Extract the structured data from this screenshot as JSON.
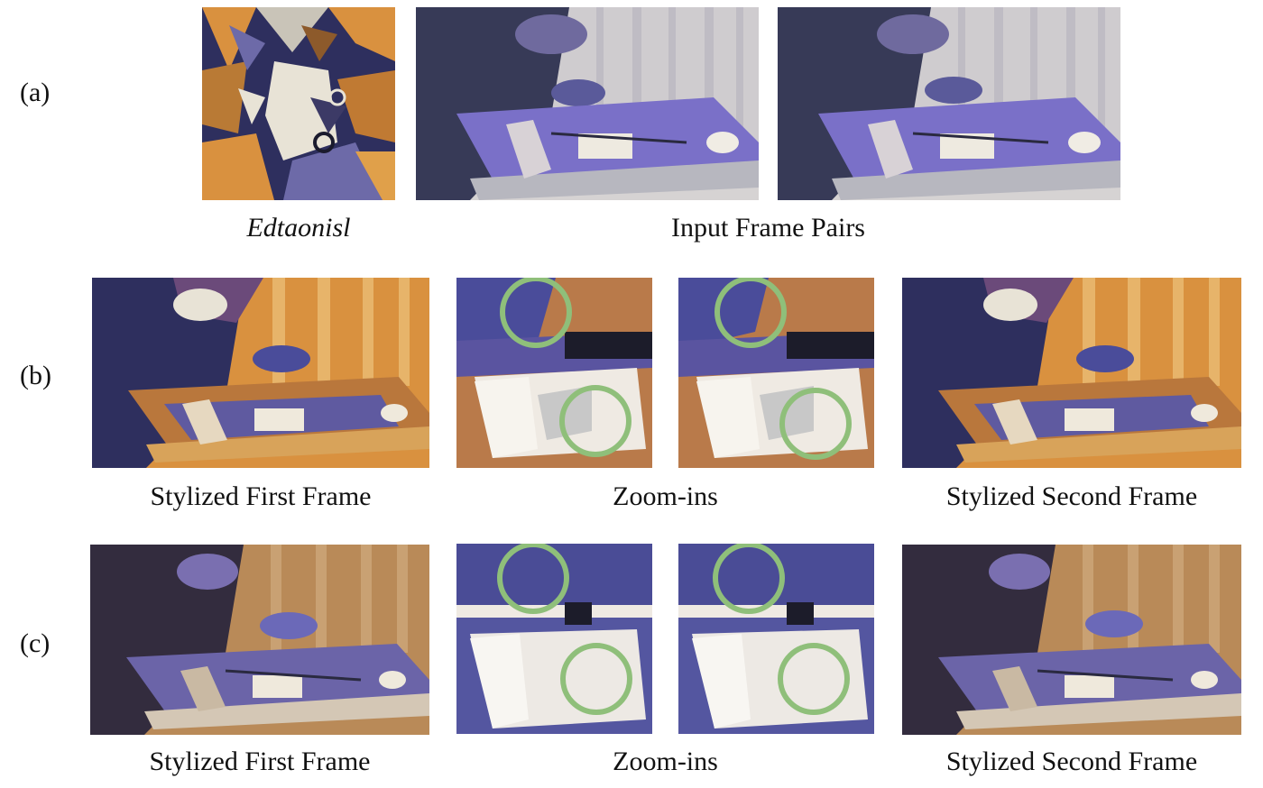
{
  "rows": {
    "a": {
      "label": "(a)",
      "style_caption": "Edtaonisl",
      "input_caption": "Input Frame Pairs"
    },
    "b": {
      "label": "(b)",
      "first_caption": "Stylized First Frame",
      "zoom_caption": "Zoom-ins",
      "second_caption": "Stylized Second Frame"
    },
    "c": {
      "label": "(c)",
      "first_caption": "Stylized First Frame",
      "zoom_caption": "Zoom-ins",
      "second_caption": "Stylized Second Frame"
    }
  },
  "colors": {
    "highlight_circle": "#8fbf7a",
    "tray_purple": "#7a70c8",
    "style_orange": "#d9913f",
    "style_navy": "#2e2f5e"
  }
}
